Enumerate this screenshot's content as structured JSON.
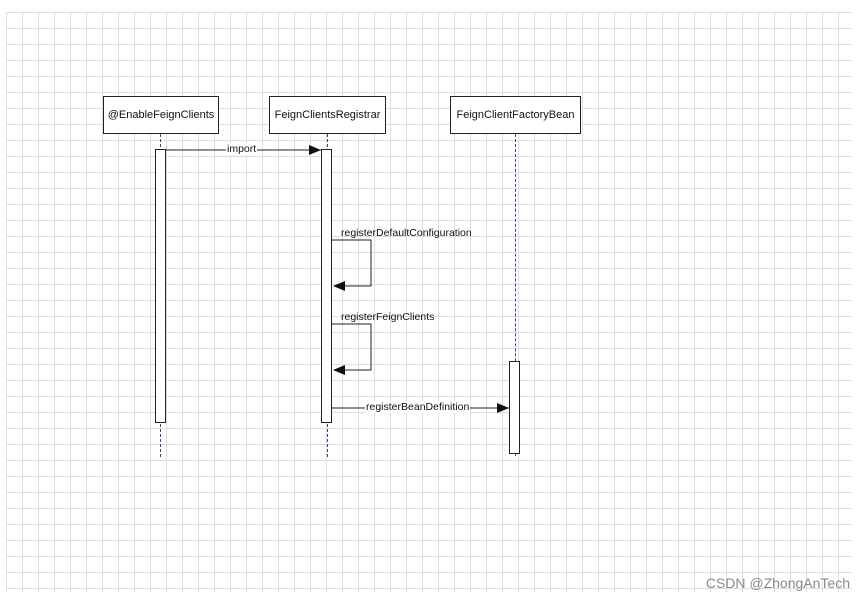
{
  "diagram": {
    "participants": [
      {
        "id": "p1",
        "label": "@EnableFeignClients"
      },
      {
        "id": "p2",
        "label": "FeignClientsRegistrar"
      },
      {
        "id": "p3",
        "label": "FeignClientFactoryBean"
      }
    ],
    "messages": [
      {
        "from": "p1",
        "to": "p2",
        "label": "import"
      },
      {
        "from": "p2",
        "to": "p2",
        "label": "registerDefaultConfiguration"
      },
      {
        "from": "p2",
        "to": "p2",
        "label": "registerFeignClients"
      },
      {
        "from": "p2",
        "to": "p3",
        "label": "registerBeanDefinition"
      }
    ]
  },
  "watermark": "CSDN @ZhongAnTech",
  "colors": {
    "line": "#222222",
    "lifeline": "#3b3f8f",
    "grid": "#dedede"
  }
}
